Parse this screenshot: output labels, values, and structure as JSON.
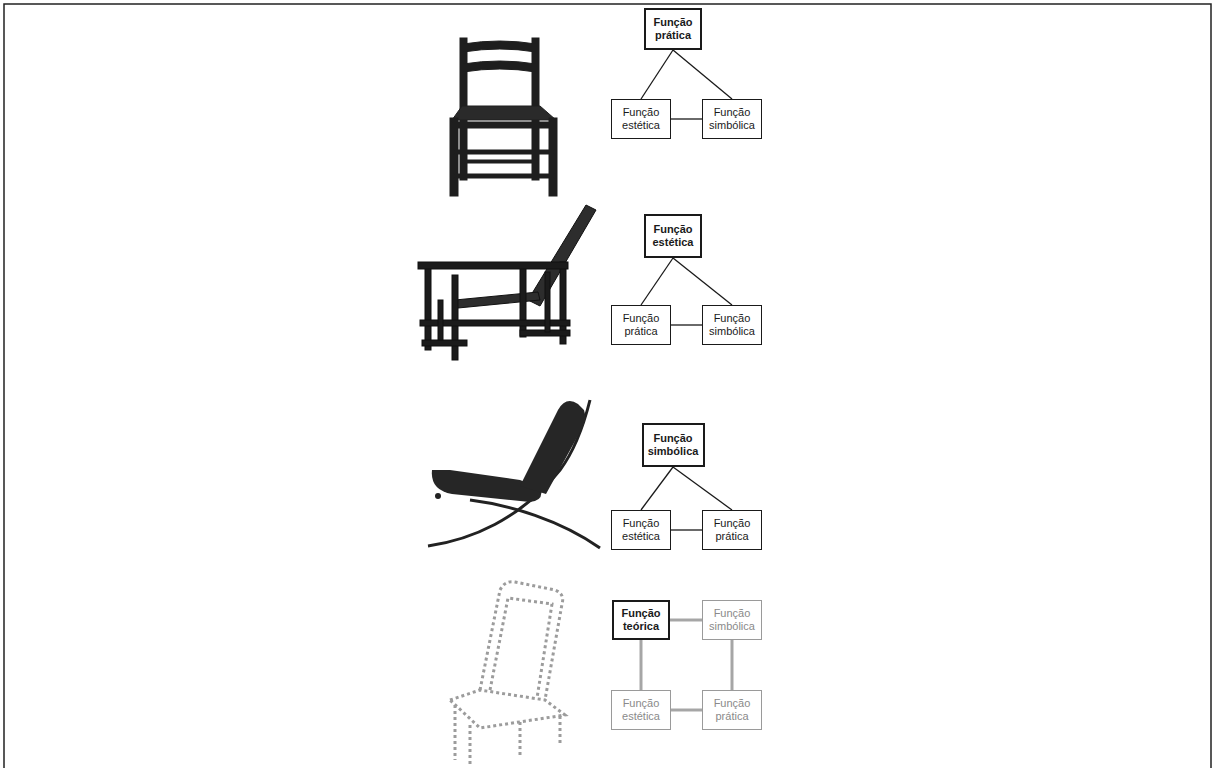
{
  "diagram": {
    "nodes": [
      {
        "text": [
          "Função prática"
        ]
      },
      {
        "text": [
          "Função estética"
        ]
      },
      {
        "text": [
          "Função simbólica"
        ]
      },
      {
        "text": [
          "Função estética"
        ]
      },
      {
        "text": [
          "Função prática"
        ]
      },
      {
        "text": [
          "Função simbólica"
        ]
      },
      {
        "text": [
          "Função simbólica"
        ]
      },
      {
        "text": [
          "Função estética"
        ]
      },
      {
        "text": [
          "Função prática"
        ]
      },
      {
        "text": [
          "Função teórica"
        ]
      },
      {
        "text": [
          "Função simbólica"
        ]
      },
      {
        "text": [
          "Função estética"
        ]
      },
      {
        "text": [
          "Função prática"
        ]
      }
    ],
    "edges": [
      {
        "from": 0,
        "to": 1,
        "arrow": "none"
      },
      {
        "from": 0,
        "to": 2,
        "arrow": "none"
      },
      {
        "from": 1,
        "to": 2,
        "arrow": "none"
      },
      {
        "from": 3,
        "to": 4,
        "arrow": "none"
      },
      {
        "from": 3,
        "to": 5,
        "arrow": "none"
      },
      {
        "from": 4,
        "to": 5,
        "arrow": "none"
      },
      {
        "from": 6,
        "to": 7,
        "arrow": "none"
      },
      {
        "from": 6,
        "to": 8,
        "arrow": "none"
      },
      {
        "from": 7,
        "to": 8,
        "arrow": "none"
      },
      {
        "from": 9,
        "to": 10,
        "arrow": "none"
      },
      {
        "from": 9,
        "to": 11,
        "arrow": "none"
      },
      {
        "from": 10,
        "to": 12,
        "arrow": "none"
      },
      {
        "from": 11,
        "to": 12,
        "arrow": "none"
      }
    ]
  }
}
